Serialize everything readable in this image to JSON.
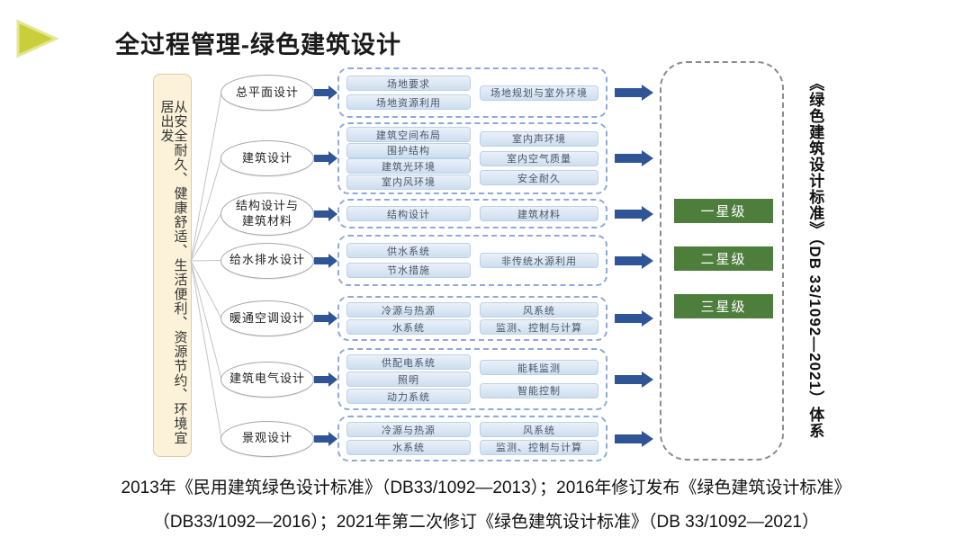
{
  "title": "全过程管理-绿色建筑设计",
  "left_panel": {
    "text": "从安全耐久、健康舒适、生活便利、资源节约、环境宜居出发"
  },
  "groups": [
    {
      "label": "总平面设计",
      "left": [
        "场地要求",
        "场地资源利用"
      ],
      "right": [
        "场地规划与室外环境"
      ]
    },
    {
      "label": "建筑设计",
      "left": [
        "建筑空间布局",
        "围护结构",
        "建筑光环境",
        "室内风环境"
      ],
      "right": [
        "室内声环境",
        "室内空气质量",
        "安全耐久"
      ]
    },
    {
      "label": "结构设计与\n建筑材料",
      "left": [
        "结构设计"
      ],
      "right": [
        "建筑材料"
      ]
    },
    {
      "label": "给水排水设计",
      "left": [
        "供水系统",
        "节水措施"
      ],
      "right": [
        "非传统水源利用"
      ]
    },
    {
      "label": "暖通空调设计",
      "left": [
        "冷源与热源",
        "水系统"
      ],
      "right": [
        "风系统",
        "监测、控制与计算"
      ]
    },
    {
      "label": "建筑电气设计",
      "left": [
        "供配电系统",
        "照明",
        "动力系统"
      ],
      "right": [
        "能耗监测",
        "智能控制"
      ]
    },
    {
      "label": "景观设计",
      "left": [
        "冷源与热源",
        "水系统"
      ],
      "right": [
        "风系统",
        "监测、控制与计算"
      ]
    }
  ],
  "ratings": [
    "一星级",
    "二星级",
    "三星级"
  ],
  "right_title": "《绿色建筑设计标准》（DB 33/1092—2021）体系",
  "footer": {
    "line1": "2013年《民用建筑绿色设计标准》（DB33/1092—2013）；2016年修订发布《绿色建筑设计标准》",
    "line2": "（DB33/1092—2016）；2021年第二次修订《绿色建筑设计标准》（DB 33/1092—2021）"
  },
  "colors": {
    "arrow_blue": "#2F5597",
    "pill_blue": "#CDDEEF",
    "group_dash_blue": "#8EA9DB",
    "rating_green": "#4E7E3C",
    "panel_cream": "#FCF2DA",
    "bullet_olive": "#C9CE3B"
  }
}
